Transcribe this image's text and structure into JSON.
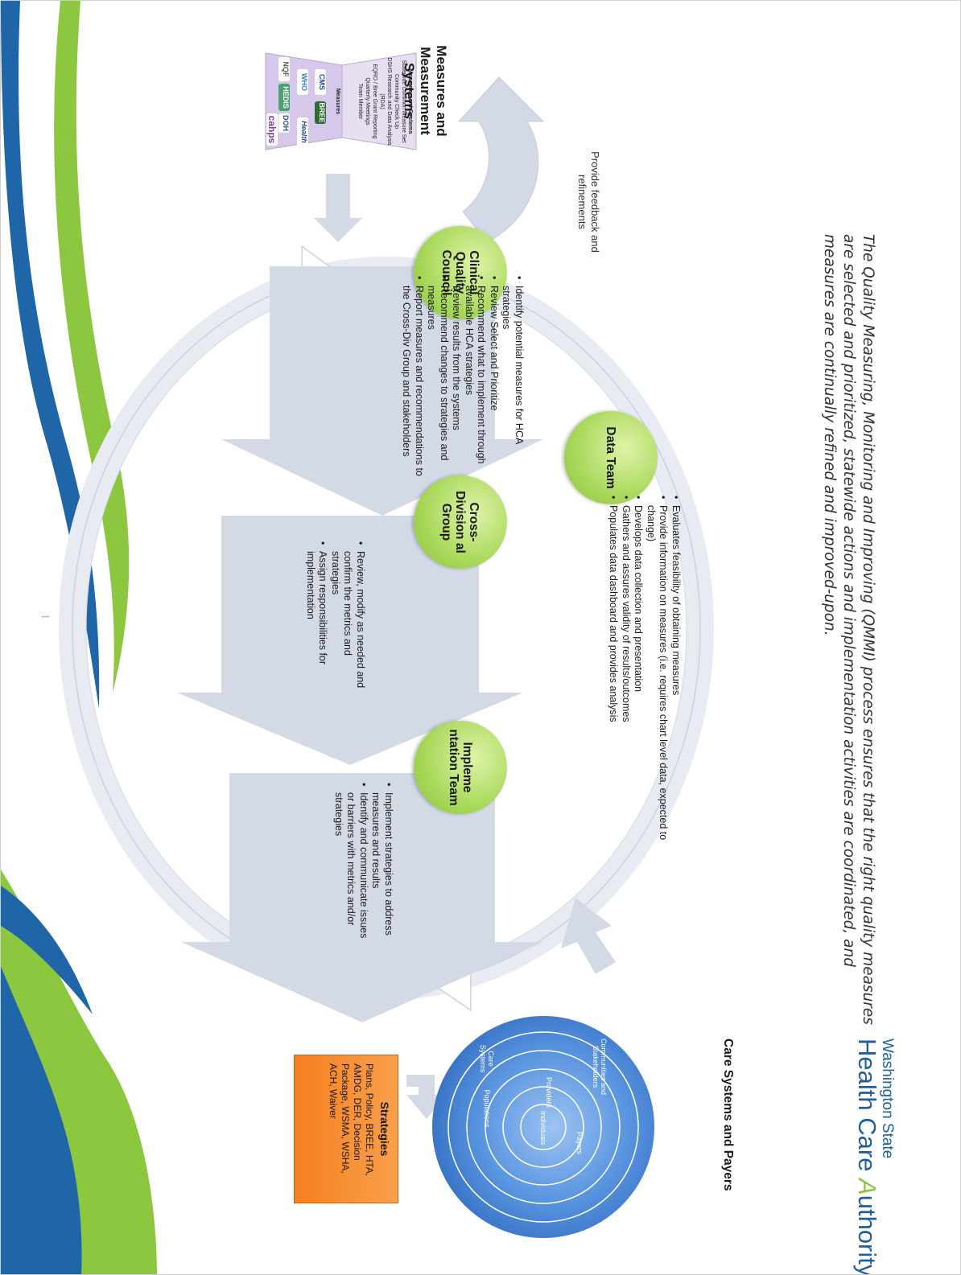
{
  "intro": {
    "text": "The Quality Measuring, Monitoring and Improving (QMMI) process ensures that the right quality measures are selected and prioritized, statewide actions and implementation activities are coordinated, and measures are continually refined and improved-upon."
  },
  "logo": {
    "line1": "Washington State",
    "main_prefix": "Health Care ",
    "main_a": "A",
    "main_suffix": "uthority"
  },
  "measures": {
    "title": "Measures and Measurement Systems",
    "card_header": "Measurement Systems",
    "card_lines": [
      "Statewide Common Measure Set",
      "Community Check Up",
      "DSHS Research and Data Analysis",
      "(RDA)",
      "EQRO / Bree Grant Reporting",
      "Quarterly Meetings",
      "Team Member"
    ],
    "card_measures_label": "Measures",
    "logos": [
      "CMS",
      "WHO",
      "BREE",
      "Health",
      "NQF",
      "HEDIS",
      "DOH",
      "cahps"
    ]
  },
  "feedback": {
    "text": "Provide feedback and refinements"
  },
  "nodes": {
    "cqc": "Clinical Quality Council",
    "data": "Data Team",
    "cdg": "Cross-Division al Group",
    "impl": "Impleme ntation Team"
  },
  "cqc_bullets": [
    "Identify potential measures for HCA strategies",
    "Review Select and Prioritize",
    "Recommend what to implement through available HCA strategies",
    "Review results from the systems",
    "Recommend changes to strategies and measures",
    "Report measures and recommendations to the Cross-Div Group and stakeholders"
  ],
  "data_bullets": [
    "Evaluates feasibility of obtaining measures",
    "Provide information on measures (i.e. requires chart level data, expected to change)",
    "Develops data collection and presentation",
    "Gathers and assures validity of results/outcomes",
    "Populates data dashboard and provides analysis"
  ],
  "cdg_bullets": [
    "Review, modify as needed and confirm the metrics and strategies",
    "Assign responsibilities for implementation"
  ],
  "impl_bullets": [
    "Implement strategies to address measures and results",
    "Identify and communicate issues or barriers with metrics and/or strategies"
  ],
  "care": {
    "title": "Care Systems and Payers",
    "rings": [
      "Individuals",
      "Populations",
      "Providers",
      "Payers",
      "Care Systems",
      "Communities and Stakeholders"
    ]
  },
  "strategies": {
    "title": "Strategies",
    "text": "Plans, Policy, BREE, HTA, AMDG, DER, Decision Package, WSMA, WSHA, ACH, Waiver"
  },
  "page_number": "1",
  "colors": {
    "green_wave": "#8dc63f",
    "blue_wave": "#1f66a8",
    "arrow_fill": "#d3dae6",
    "node_green": "#a8d85a",
    "strategies_orange": "#f58a2a",
    "circle_blue": "#4a86d8"
  }
}
